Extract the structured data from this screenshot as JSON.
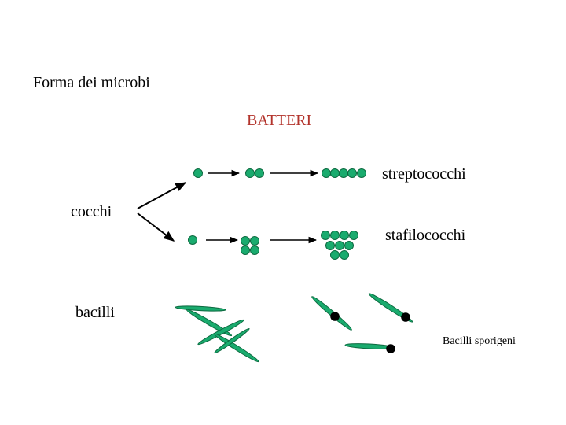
{
  "heading": "Forma dei microbi",
  "subheading": "BATTERI",
  "labels": {
    "streptococchi": "streptococchi",
    "cocchi": "cocchi",
    "stafilococchi": "stafilococchi",
    "bacilli": "bacilli",
    "bacilli_sporigeni": "Bacilli sporigeni"
  },
  "colors": {
    "cell": "#1aab6e",
    "spore": "#000000",
    "heading": "#000000",
    "subheading": "#b3342c",
    "line": "#000000"
  }
}
